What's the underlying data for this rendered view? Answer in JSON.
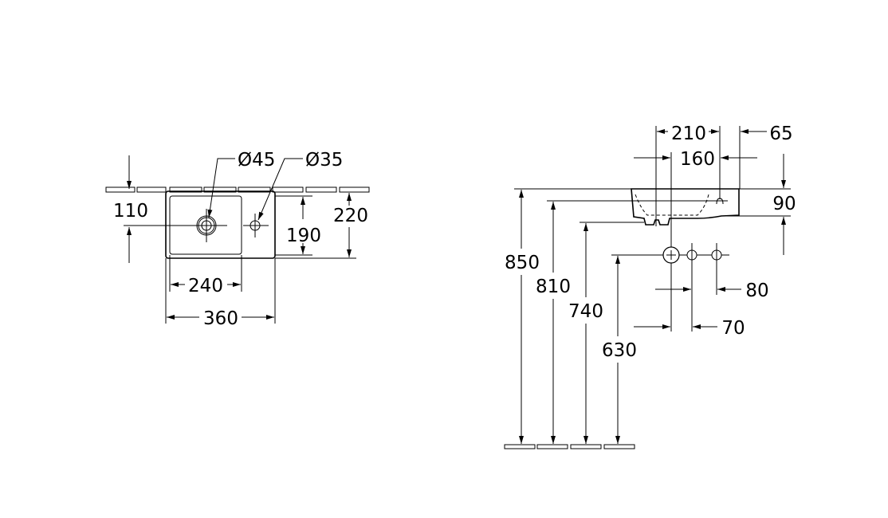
{
  "top_view": {
    "drain_diameter": "Ø45",
    "tap_hole_diameter": "Ø35",
    "drain_from_wall": "110",
    "inner_depth": "190",
    "total_depth": "220",
    "bowl_width": "240",
    "total_width": "360"
  },
  "side_view": {
    "dim_210": "210",
    "dim_65": "65",
    "dim_160": "160",
    "basin_height": "90",
    "height_top": "850",
    "height_810": "810",
    "height_740": "740",
    "height_waste": "630",
    "dim_80": "80",
    "dim_70": "70"
  }
}
